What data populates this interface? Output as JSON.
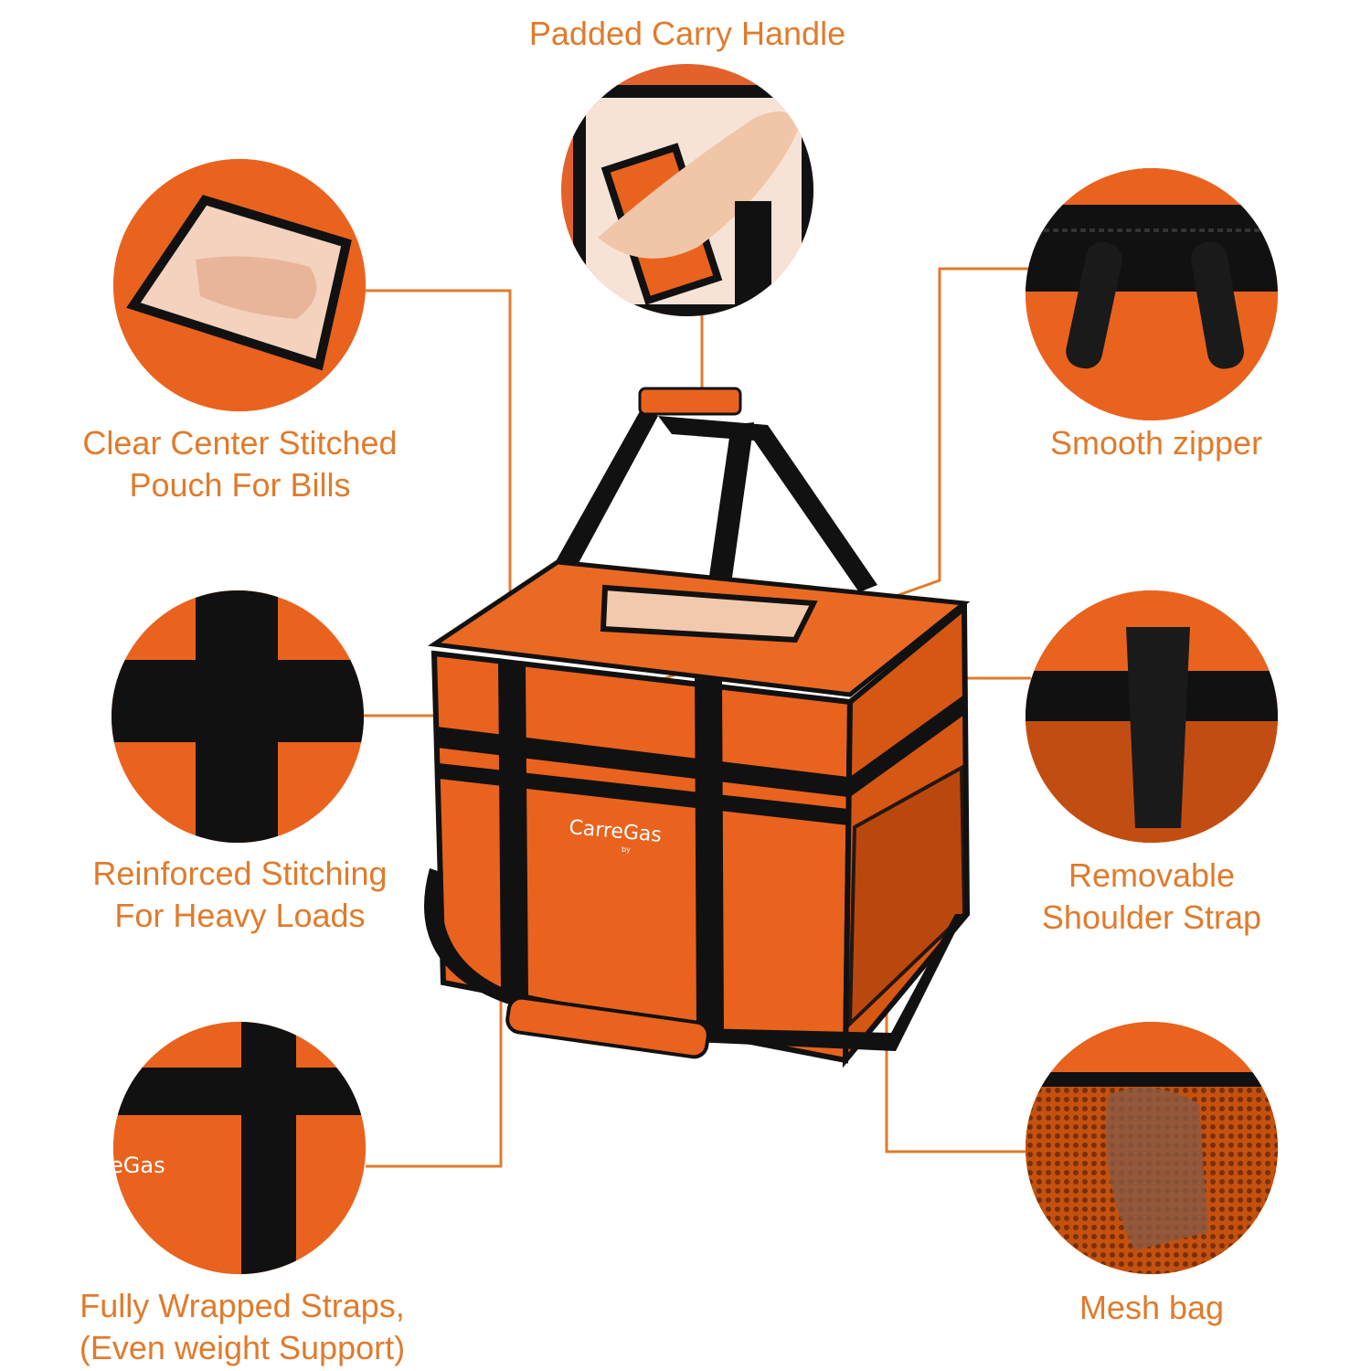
{
  "callouts": {
    "padded_handle": "Padded Carry Handle",
    "clear_pouch_line1": "Clear Center Stitched",
    "clear_pouch_line2": "Pouch For Bills",
    "smooth_zipper": "Smooth zipper",
    "reinforced_line1": "Reinforced Stitching",
    "reinforced_line2": "For Heavy Loads",
    "removable_line1": "Removable",
    "removable_line2": "Shoulder Strap",
    "wrapped_line1": "Fully Wrapped Straps,",
    "wrapped_line2": "(Even weight Support)",
    "mesh_bag": "Mesh bag"
  },
  "brand": {
    "name": "CarreGas",
    "sub": "by",
    "partial_name": "eGas"
  },
  "colors": {
    "accent_text": "#e07b2c",
    "bag_orange": "#e9631e",
    "strap_black": "#111111",
    "leader_line": "#e07b2c"
  }
}
